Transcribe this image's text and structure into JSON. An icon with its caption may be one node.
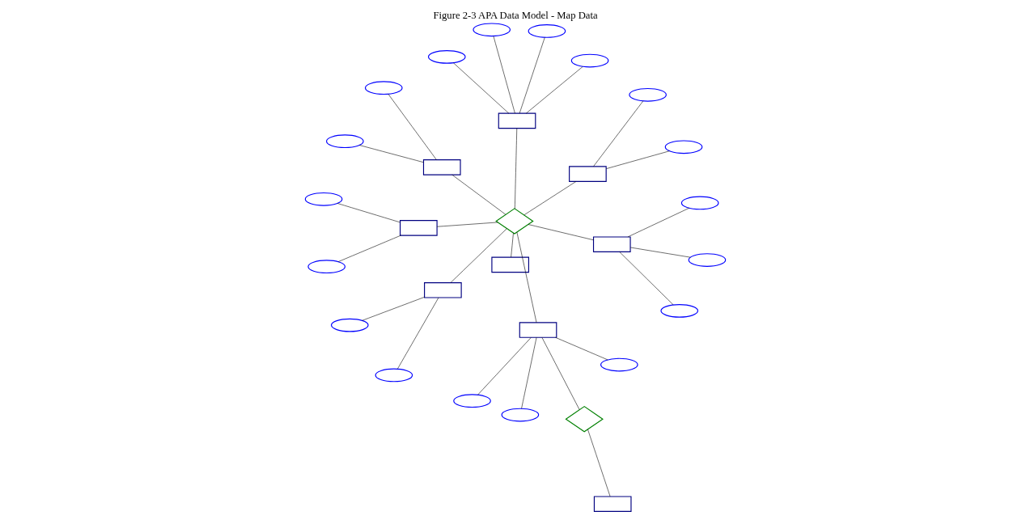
{
  "diagram": {
    "title": "Figure 2-3 APA Data Model - Map Data",
    "nodes": [
      {
        "text": [],
        "shape": "box"
      },
      {
        "text": [],
        "shape": "ellipse"
      },
      {
        "text": [],
        "shape": "box"
      },
      {
        "text": [],
        "shape": "ellipse"
      },
      {
        "text": [],
        "shape": "ellipse"
      },
      {
        "text": [],
        "shape": "ellipse"
      },
      {
        "text": [],
        "shape": "box"
      },
      {
        "text": [],
        "shape": "diamond"
      },
      {
        "text": [],
        "shape": "ellipse"
      },
      {
        "text": [],
        "shape": "diamond"
      },
      {
        "text": [],
        "shape": "box"
      },
      {
        "text": [],
        "shape": "ellipse"
      },
      {
        "text": [],
        "shape": "box"
      },
      {
        "text": [],
        "shape": "box"
      },
      {
        "text": [],
        "shape": "ellipse"
      },
      {
        "text": [],
        "shape": "ellipse"
      },
      {
        "text": [],
        "shape": "box"
      },
      {
        "text": [],
        "shape": "ellipse"
      },
      {
        "text": [],
        "shape": "ellipse"
      },
      {
        "text": [],
        "shape": "box"
      },
      {
        "text": [],
        "shape": "box"
      },
      {
        "text": [],
        "shape": "ellipse"
      },
      {
        "text": [],
        "shape": "ellipse"
      },
      {
        "text": [],
        "shape": "ellipse"
      },
      {
        "text": [],
        "shape": "ellipse"
      },
      {
        "text": [],
        "shape": "ellipse"
      },
      {
        "text": [],
        "shape": "ellipse"
      },
      {
        "text": [],
        "shape": "ellipse"
      },
      {
        "text": [],
        "shape": "ellipse"
      }
    ],
    "edges": [
      {
        "from": 0,
        "to": 7,
        "arrow": "none"
      },
      {
        "from": 2,
        "to": 7,
        "arrow": "none"
      },
      {
        "from": 2,
        "to": 1,
        "arrow": "none"
      },
      {
        "from": 2,
        "to": 3,
        "arrow": "none"
      },
      {
        "from": 2,
        "to": 5,
        "arrow": "none"
      },
      {
        "from": 2,
        "to": 9,
        "arrow": "none"
      },
      {
        "from": 9,
        "to": 10,
        "arrow": "none"
      },
      {
        "from": 7,
        "to": 6,
        "arrow": "none"
      },
      {
        "from": 6,
        "to": 4,
        "arrow": "none"
      },
      {
        "from": 6,
        "to": 8,
        "arrow": "none"
      },
      {
        "from": 7,
        "to": 13,
        "arrow": "none"
      },
      {
        "from": 13,
        "to": 11,
        "arrow": "none"
      },
      {
        "from": 13,
        "to": 15,
        "arrow": "none"
      },
      {
        "from": 7,
        "to": 12,
        "arrow": "none"
      },
      {
        "from": 12,
        "to": 14,
        "arrow": "none"
      },
      {
        "from": 12,
        "to": 18,
        "arrow": "none"
      },
      {
        "from": 12,
        "to": 22,
        "arrow": "none"
      },
      {
        "from": 12,
        "to": 17,
        "arrow": "none"
      },
      {
        "from": 7,
        "to": 19,
        "arrow": "none"
      },
      {
        "from": 19,
        "to": 24,
        "arrow": "none"
      },
      {
        "from": 19,
        "to": 25,
        "arrow": "none"
      },
      {
        "from": 7,
        "to": 16,
        "arrow": "none"
      },
      {
        "from": 16,
        "to": 28,
        "arrow": "none"
      },
      {
        "from": 16,
        "to": 27,
        "arrow": "none"
      },
      {
        "from": 16,
        "to": 26,
        "arrow": "none"
      },
      {
        "from": 7,
        "to": 20,
        "arrow": "none"
      },
      {
        "from": 20,
        "to": 21,
        "arrow": "none"
      },
      {
        "from": 20,
        "to": 23,
        "arrow": "none"
      }
    ]
  }
}
